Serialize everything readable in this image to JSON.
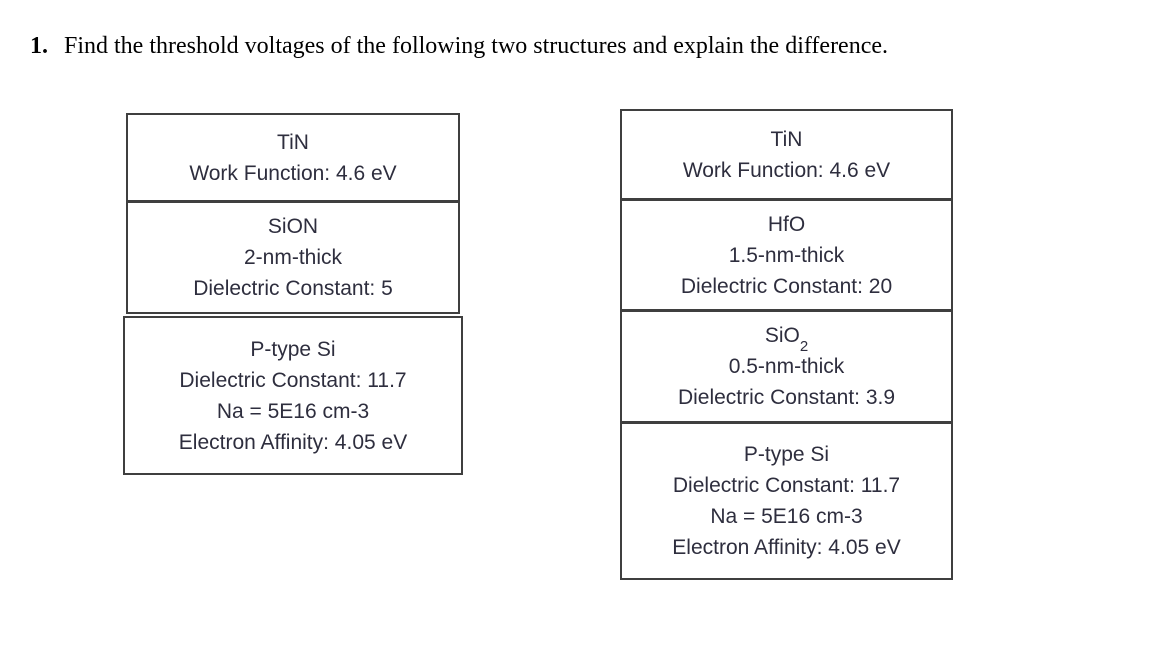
{
  "colors": {
    "text": "#2e2e3e",
    "border": "#3f3f3f",
    "background": "#ffffff",
    "title_text": "#000000"
  },
  "question": {
    "number": "1.",
    "text": "Find the threshold voltages of the following two structures and explain the difference."
  },
  "structures": [
    {
      "id": "left",
      "layers": [
        {
          "lines": [
            "TiN",
            "Work Function: 4.6 eV"
          ]
        },
        {
          "lines": [
            "SiON",
            "2-nm-thick",
            "Dielectric Constant: 5"
          ]
        },
        {
          "lines": [
            "P-type Si",
            "Dielectric Constant: 11.7",
            "Na = 5E16 cm-3",
            "Electron Affinity: 4.05 eV"
          ]
        }
      ]
    },
    {
      "id": "right",
      "layers": [
        {
          "lines": [
            "TiN",
            "Work Function: 4.6 eV"
          ]
        },
        {
          "lines": [
            "HfO",
            "1.5-nm-thick",
            "Dielectric Constant: 20"
          ]
        },
        {
          "name_base": "SiO",
          "name_sub": "2",
          "lines": [
            "0.5-nm-thick",
            "Dielectric Constant: 3.9"
          ]
        },
        {
          "lines": [
            "P-type Si",
            "Dielectric Constant: 11.7",
            "Na = 5E16 cm-3",
            "Electron Affinity: 4.05 eV"
          ]
        }
      ]
    }
  ]
}
